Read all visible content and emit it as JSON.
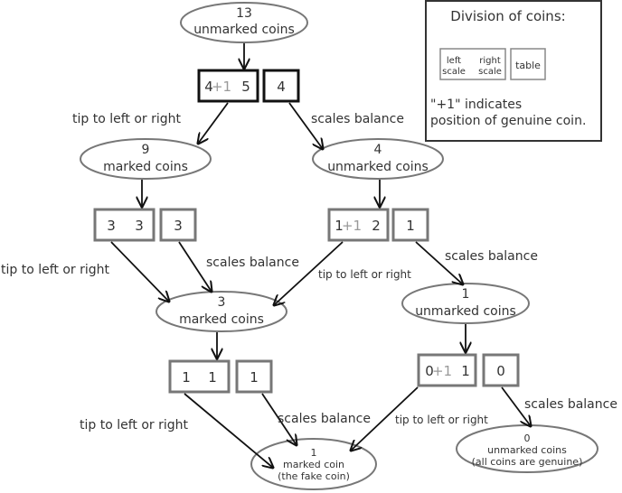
{
  "nodes": {
    "start": {
      "count": "13",
      "label": "unmarked coins"
    },
    "left1": {
      "count": "9",
      "label": "marked coins"
    },
    "right1": {
      "count": "4",
      "label": "unmarked coins"
    },
    "mid2": {
      "count": "3",
      "label": "marked coins"
    },
    "right2": {
      "count": "1",
      "label": "unmarked coins"
    },
    "fake": {
      "count": "1",
      "label": "marked coin",
      "note": "(the fake coin)"
    },
    "none": {
      "count": "0",
      "label": "unmarked coins",
      "note": "(all coins are genuine)"
    }
  },
  "weighings": {
    "w1": {
      "left": "4",
      "plus": "+1",
      "right": "5",
      "table": "4"
    },
    "w2": {
      "left": "3",
      "right": "3",
      "table": "3"
    },
    "w3": {
      "left": "1",
      "plus": "+1",
      "right": "2",
      "table": "1"
    },
    "w4": {
      "left": "1",
      "right": "1",
      "table": "1"
    },
    "w5": {
      "left": "0",
      "plus": "+1",
      "right": "1",
      "table": "0"
    }
  },
  "edges": {
    "tip": "tip to left or right",
    "balance": "scales balance"
  },
  "legend": {
    "title": "Division of coins:",
    "left_scale_1": "left",
    "left_scale_2": "scale",
    "right_scale_1": "right",
    "right_scale_2": "scale",
    "table": "table",
    "note_1": "\"+1\"  indicates",
    "note_2": "position of genuine coin."
  },
  "colors": {
    "plus_highlight": "#999999",
    "box_border": "#777777",
    "first_box_border": "#111111"
  }
}
